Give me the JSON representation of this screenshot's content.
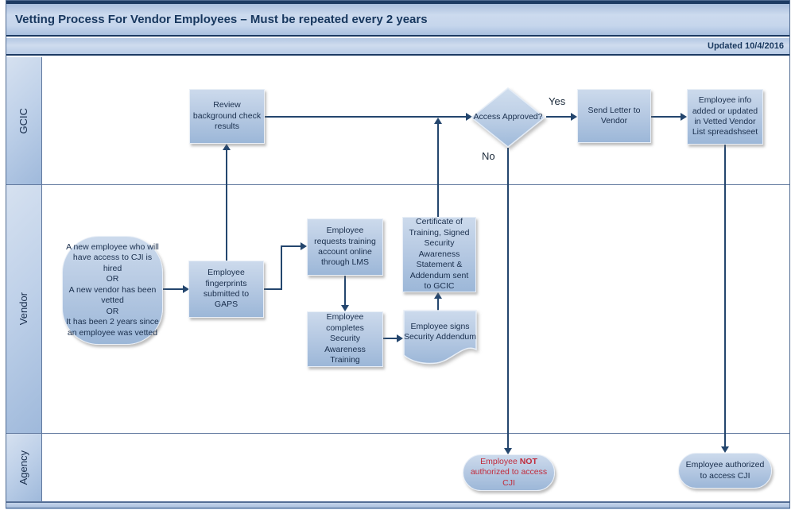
{
  "header": {
    "title": "Vetting Process For Vendor Employees – Must be repeated every 2 years",
    "updated": "Updated 10/4/2016"
  },
  "lanes": [
    {
      "label": "GCIC"
    },
    {
      "label": "Vendor"
    },
    {
      "label": "Agency"
    }
  ],
  "nodes": {
    "review": "Review background check results",
    "access_approved": "Access Approved?",
    "send_letter": "Send Letter to Vendor",
    "employee_info": "Employee info added or updated in Vetted Vendor List spreadshseet",
    "trigger": "A new employee who will have access to CJI is hired\nOR\nA new vendor has been vetted\nOR\nIt has been 2 years since an employee was vetted",
    "fingerprints": "Employee fingerprints submitted to GAPS",
    "requests_training": "Employee requests training account online through LMS",
    "completes_training": "Employee completes Security Awareness Training",
    "signs_addendum": "Employee signs Security Addendum",
    "certificate": "Certificate of Training, Signed Security Awareness Statement & Addendum sent to GCIC",
    "not_authorized_pre": "Employee ",
    "not_authorized_bold": "NOT",
    "not_authorized_post": " authorized to access CJI",
    "authorized": "Employee authorized to access CJI"
  },
  "edge_labels": {
    "yes": "Yes",
    "no": "No"
  },
  "colors": {
    "navy": "#1C3A63",
    "bar_fill": "#C6D6EC",
    "shape_fill_top": "#CCDAEC",
    "shape_fill_bottom": "#9CB7D8",
    "arrow": "#24466E",
    "red_text": "#C02B3C"
  }
}
